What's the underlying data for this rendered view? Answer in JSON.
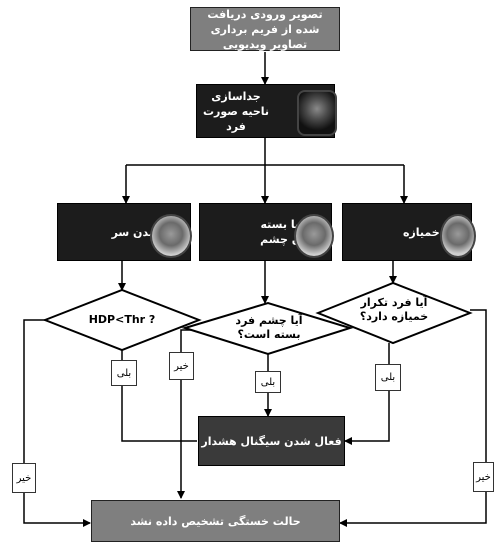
{
  "input_box": "تصویر ورودی دریافت شده از فریم برداری تصاویر ویدیویی",
  "face_box": "جداسازی ناحیه صورت فرد",
  "features": {
    "head_down": "پایین آمدن سر",
    "eye_state": "باز یا بسته بودن چشم",
    "yawn_repeat": "تکرار خمیازه"
  },
  "decisions": {
    "hdp": "HDP<Thr ?",
    "eyes_closed": "آیا چشم فرد بسته است؟",
    "yawns": "آیا فرد تکرار خمیازه دارد؟"
  },
  "edge_labels": {
    "yes_left": "بلی",
    "yes_mid": "بلی",
    "yes_right": "بلی",
    "no_left": "خیر",
    "no_mid": "خیر",
    "no_right": "خیر"
  },
  "alarm_box": "فعال شدن سیگنال هشدار",
  "no_fatigue_box": "حالت خستگی تشخیص داده نشد"
}
